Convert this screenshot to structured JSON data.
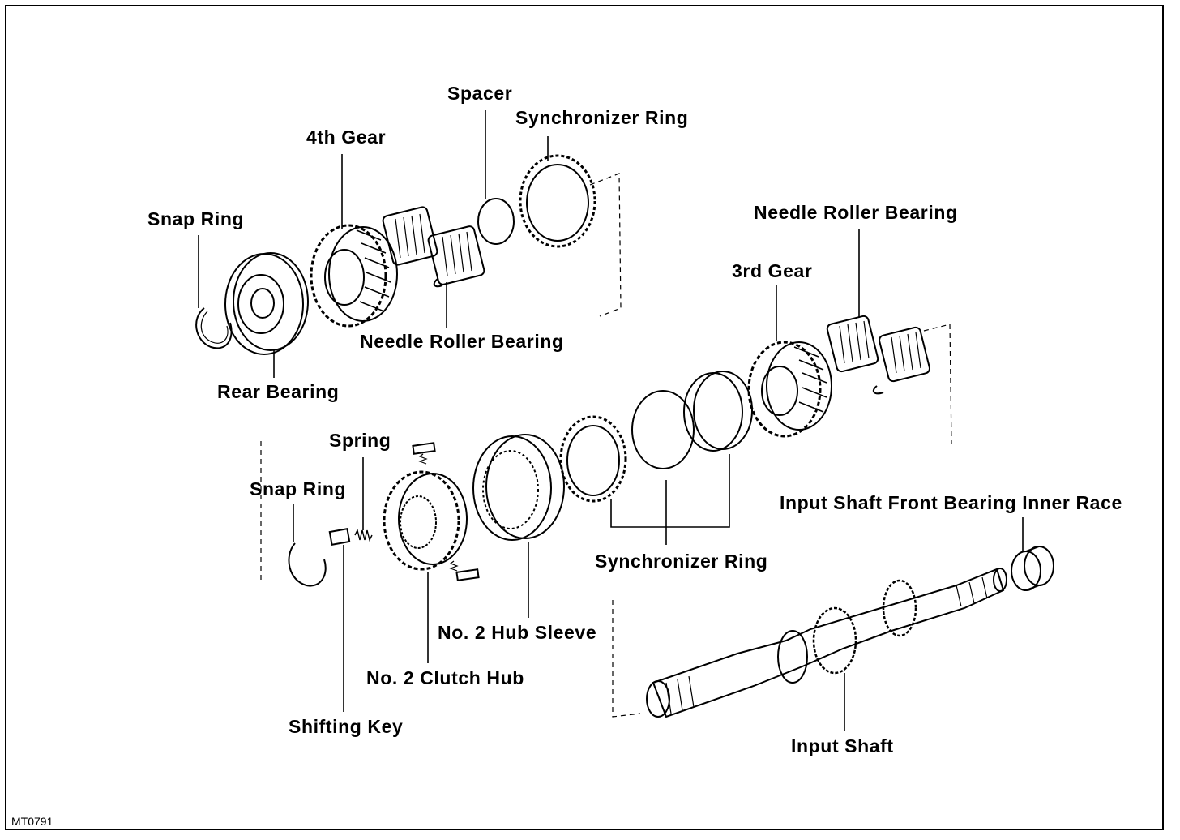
{
  "diagram": {
    "labels": {
      "spacer": "Spacer",
      "synchronizer_ring_top": "Synchronizer Ring",
      "fourth_gear": "4th Gear",
      "snap_ring_top": "Snap Ring",
      "needle_roller_bearing_right": "Needle Roller Bearing",
      "third_gear": "3rd Gear",
      "needle_roller_bearing_center": "Needle Roller Bearing",
      "rear_bearing": "Rear Bearing",
      "spring": "Spring",
      "snap_ring_bottom": "Snap Ring",
      "input_shaft_front_bearing_inner_race": "Input Shaft Front Bearing Inner Race",
      "synchronizer_ring_bottom": "Synchronizer Ring",
      "no2_hub_sleeve": "No. 2 Hub Sleeve",
      "no2_clutch_hub": "No. 2 Clutch Hub",
      "shifting_key": "Shifting Key",
      "input_shaft": "Input Shaft"
    },
    "figure_code": "MT0791"
  }
}
